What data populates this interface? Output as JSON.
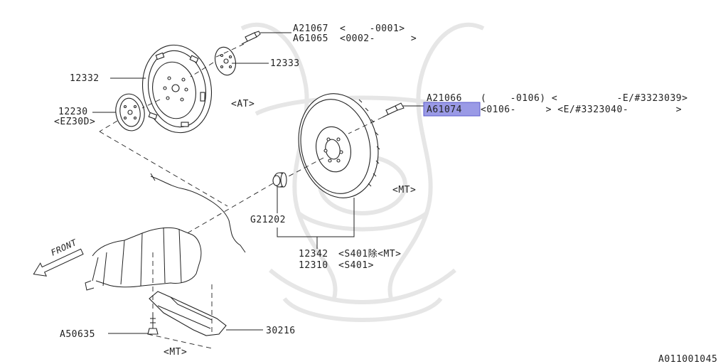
{
  "labels": {
    "a21067": "A21067",
    "a21067_range": "<    -0001>",
    "a61065": "A61065",
    "a61065_range": "<0002-      >",
    "p12332": "12332",
    "p12333": "12333",
    "p12230": "12230",
    "ez30d": "<EZ30D>",
    "at": "<AT>",
    "a21066": "A21066",
    "a21066_range": "(    -0106) <          -E/#3323039>",
    "a61074": "A61074",
    "a61074_range": "<0106-     > <E/#3323040-        >",
    "mt_flywheel": "<MT>",
    "g21202": "G21202",
    "p12342": "12342",
    "p12342_note": "<S401除<MT>",
    "p12310": "12310",
    "p12310_note": "<S401>",
    "front": "FRONT",
    "a50635": "A50635",
    "p30216": "30216",
    "mt_cover": "<MT>",
    "diagram_id": "A011001045"
  },
  "colors": {
    "highlight": "#9a9ae6",
    "line": "#222222",
    "watermark": "#e6e6e6"
  },
  "highlighted_part": "A61074"
}
